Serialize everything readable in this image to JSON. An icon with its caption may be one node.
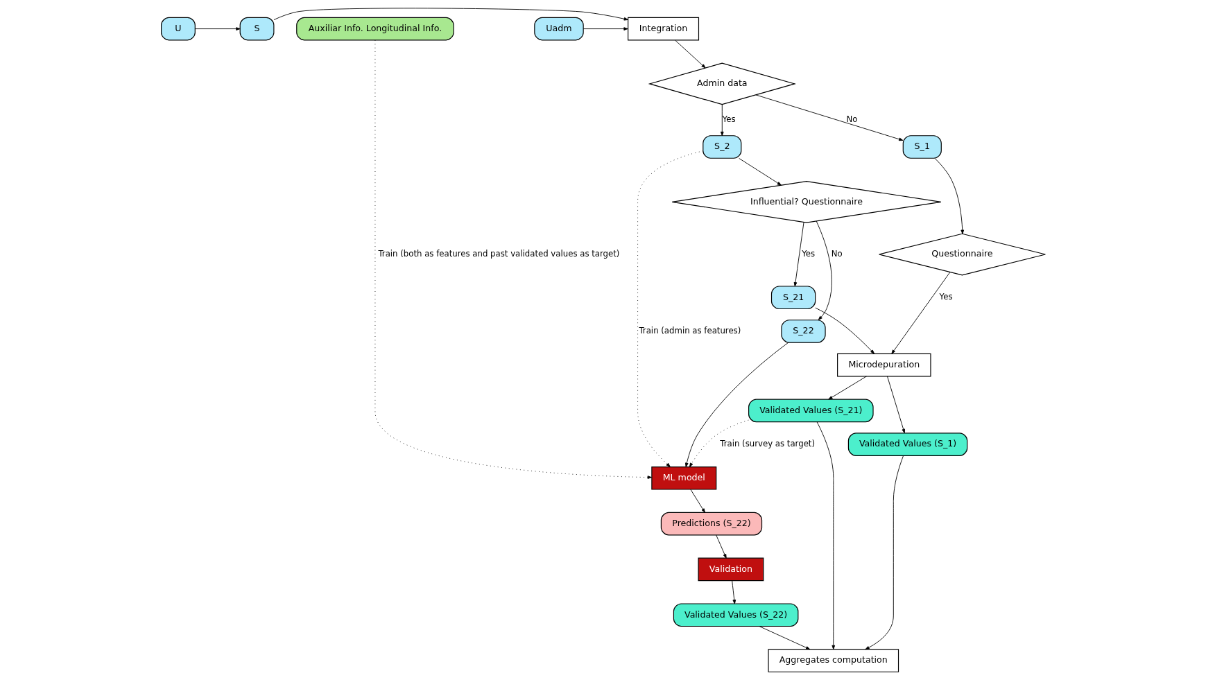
{
  "diagram": {
    "nodes": [
      {
        "text": [
          "U"
        ]
      },
      {
        "text": [
          "S"
        ]
      },
      {
        "text": [
          "Integration"
        ]
      },
      {
        "text": [
          "Uadm"
        ]
      },
      {
        "text": [
          "Admin data"
        ]
      },
      {
        "text": [
          "S_1"
        ]
      },
      {
        "text": [
          "S_2"
        ]
      },
      {
        "text": [
          "Auxiliar Info. Longitudinal Info."
        ]
      },
      {
        "text": [
          "Questionnaire"
        ]
      },
      {
        "text": [
          "Influential? Questionnaire"
        ]
      },
      {
        "text": [
          "S_21"
        ]
      },
      {
        "text": [
          "S_22"
        ]
      },
      {
        "text": [
          "ML model"
        ]
      },
      {
        "text": [
          "Predictions (S_22)"
        ]
      },
      {
        "text": [
          "Microdepuration"
        ]
      },
      {
        "text": [
          "Validation"
        ]
      },
      {
        "text": [
          "Validated Values (S_1)"
        ]
      },
      {
        "text": [
          "Validated Values (S_21)"
        ]
      },
      {
        "text": [
          "Validated Values (S_22)"
        ]
      },
      {
        "text": [
          "Aggregates computation"
        ]
      }
    ],
    "edges": [
      {
        "from": 0,
        "to": 1,
        "arrow": "to"
      },
      {
        "from": 1,
        "to": 2,
        "arrow": "to"
      },
      {
        "from": 3,
        "to": 2,
        "arrow": "to"
      },
      {
        "from": 2,
        "to": 4,
        "arrow": "to"
      },
      {
        "from": 4,
        "to": 5,
        "arrow": "to",
        "label": "No"
      },
      {
        "from": 4,
        "to": 6,
        "arrow": "to",
        "label": "Yes"
      },
      {
        "from": 6,
        "to": 12,
        "arrow": "to",
        "label": "Train (admin as features)",
        "style": "dashed"
      },
      {
        "from": 7,
        "to": 12,
        "arrow": "to",
        "label": "Train (both as features and past validated values as target)",
        "style": "dashed"
      },
      {
        "from": 5,
        "to": 8,
        "arrow": "to"
      },
      {
        "from": 6,
        "to": 9,
        "arrow": "to"
      },
      {
        "from": 9,
        "to": 10,
        "arrow": "to",
        "label": "Yes"
      },
      {
        "from": 9,
        "to": 11,
        "arrow": "to",
        "label": "No"
      },
      {
        "from": 11,
        "to": 12,
        "arrow": "to"
      },
      {
        "from": 12,
        "to": 13,
        "arrow": "to"
      },
      {
        "from": 8,
        "to": 14,
        "arrow": "to",
        "label": "Yes"
      },
      {
        "from": 10,
        "to": 14,
        "arrow": "to"
      },
      {
        "from": 13,
        "to": 15,
        "arrow": "to"
      },
      {
        "from": 14,
        "to": 16,
        "arrow": "to"
      },
      {
        "from": 14,
        "to": 17,
        "arrow": "to"
      },
      {
        "from": 17,
        "to": 12,
        "arrow": "to",
        "label": "Train (survey as target)",
        "style": "dashed"
      },
      {
        "from": 15,
        "to": 18,
        "arrow": "to"
      },
      {
        "from": 16,
        "to": 19,
        "arrow": "to"
      },
      {
        "from": 17,
        "to": 19,
        "arrow": "to"
      },
      {
        "from": 18,
        "to": 19,
        "arrow": "to"
      }
    ]
  }
}
